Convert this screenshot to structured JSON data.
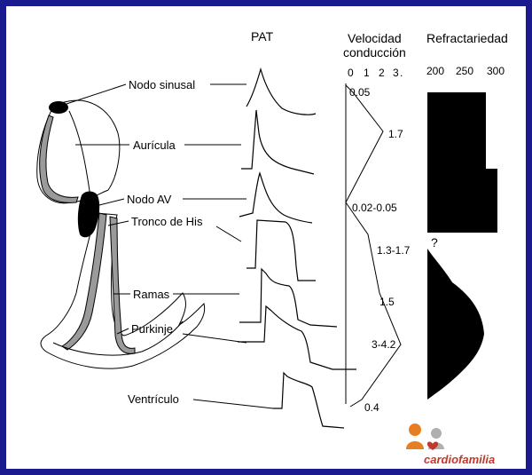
{
  "headers": {
    "pat": "PAT",
    "velocity_line1": "Velocidad",
    "velocity_line2": "conducción",
    "refractory": "Refractariedad"
  },
  "velocity_ticks": [
    "0",
    "1",
    "2",
    "3",
    "."
  ],
  "refractory_ticks": [
    "200",
    "250",
    "300"
  ],
  "structures": [
    "Nodo sinusal",
    "Aurícula",
    "Nodo AV",
    "Tronco de His",
    "Ramas",
    "Purkinje",
    "Ventrículo"
  ],
  "velocity_values": [
    "0.05",
    "1.7",
    "0.02-0.05",
    "1.3-1.7",
    "1.5",
    "3-4.2",
    "0.4"
  ],
  "refractory_unknown": "?",
  "logo": {
    "text": "cardiofamilia",
    "accent_color": "#e67e22",
    "brand_color": "#c0392b"
  },
  "colors": {
    "frame": "#1b1b8f",
    "ink": "#000000",
    "gray_fill": "#9a9a9a"
  }
}
